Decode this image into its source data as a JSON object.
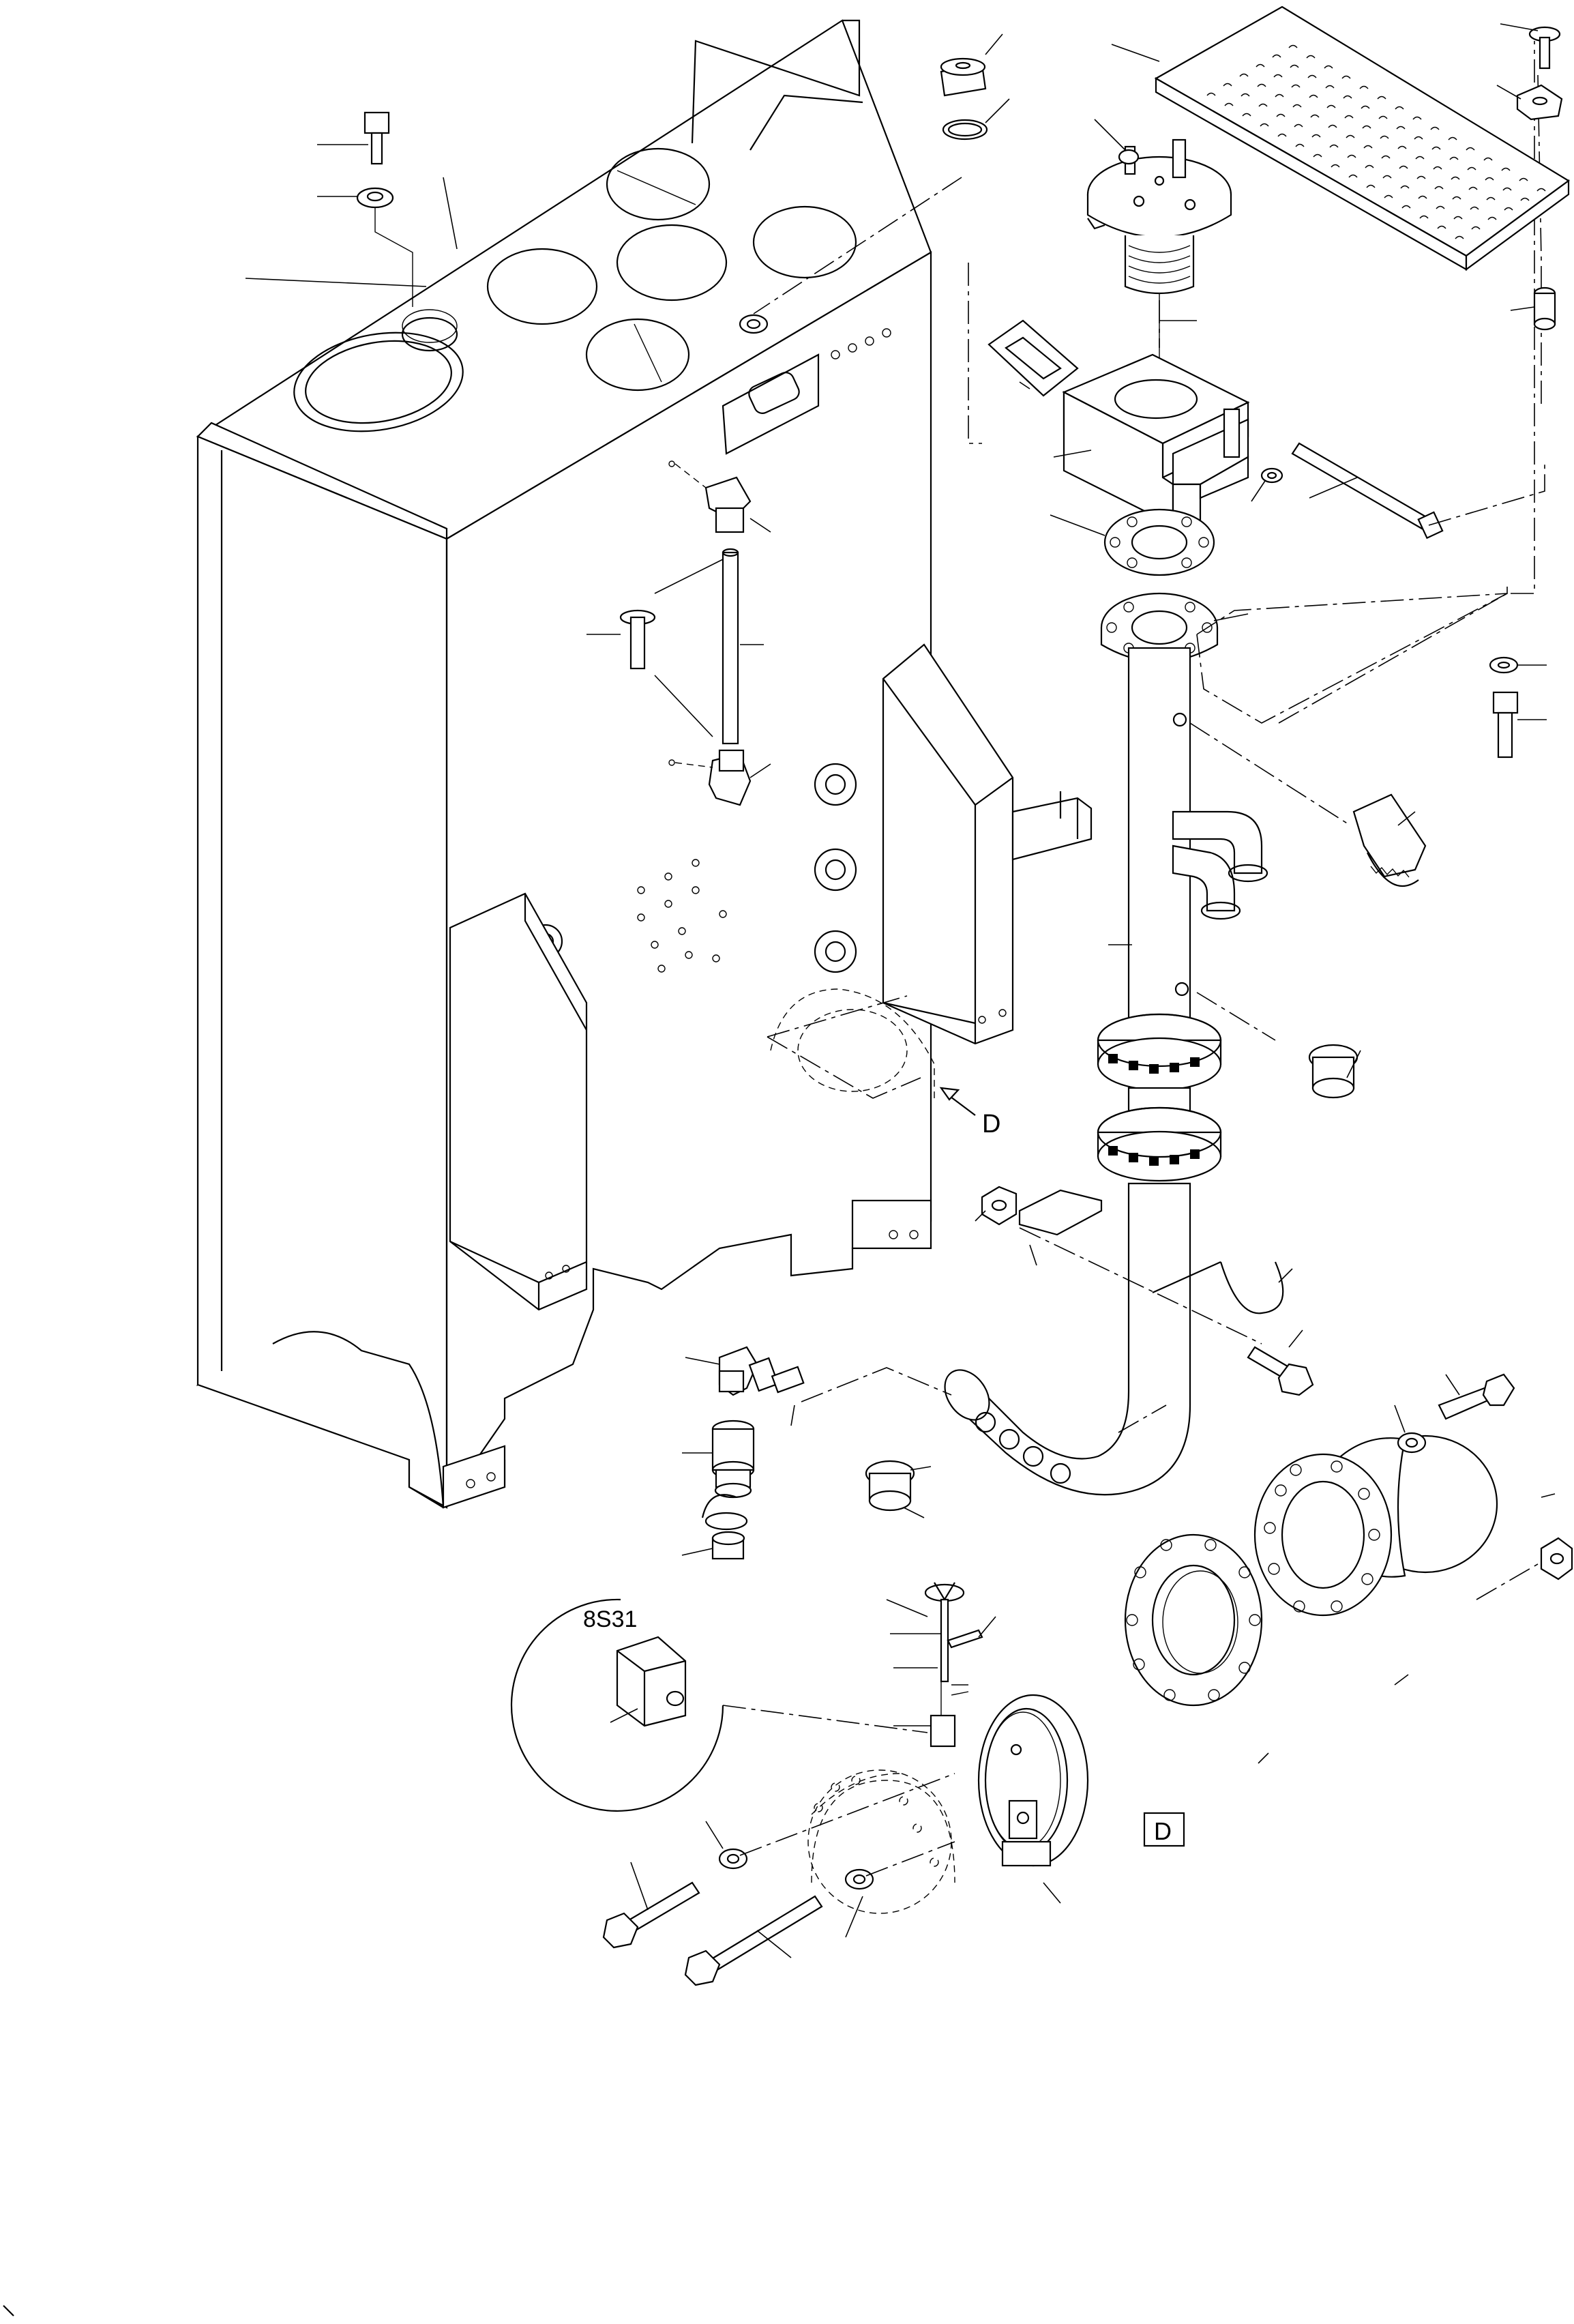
{
  "labels": {
    "view_marker": "D",
    "detail_box": "D",
    "sensor_tag": "8S31"
  }
}
